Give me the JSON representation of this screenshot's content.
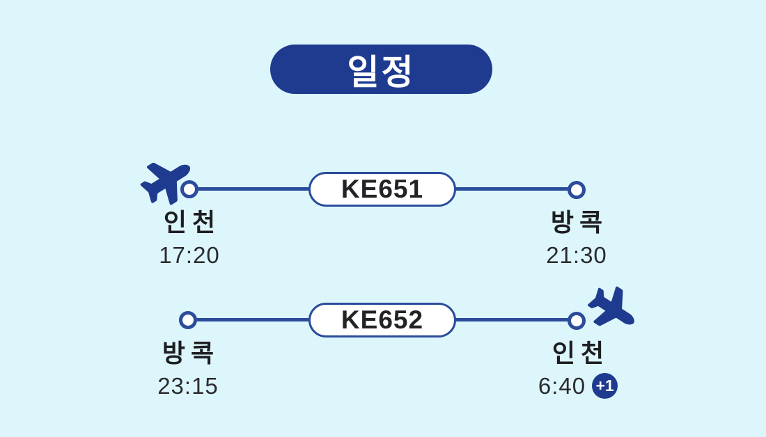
{
  "title": {
    "label": "일정"
  },
  "colors": {
    "background": "#ddf6fc",
    "navy": "#1e3b8f",
    "line_blue": "#2b4c9b",
    "text_dark": "#222326",
    "pill_background": "#ffffff"
  },
  "flights": [
    {
      "flight_no": "KE651",
      "plane_icon": "plane-takeoff",
      "departure": {
        "city": "인천",
        "time": "17:20"
      },
      "arrival": {
        "city": "방콕",
        "time": "21:30"
      }
    },
    {
      "flight_no": "KE652",
      "plane_icon": "plane-landing",
      "departure": {
        "city": "방콕",
        "time": "23:15"
      },
      "arrival": {
        "city": "인천",
        "time": "6:40",
        "next_day_badge": "+1"
      }
    }
  ]
}
